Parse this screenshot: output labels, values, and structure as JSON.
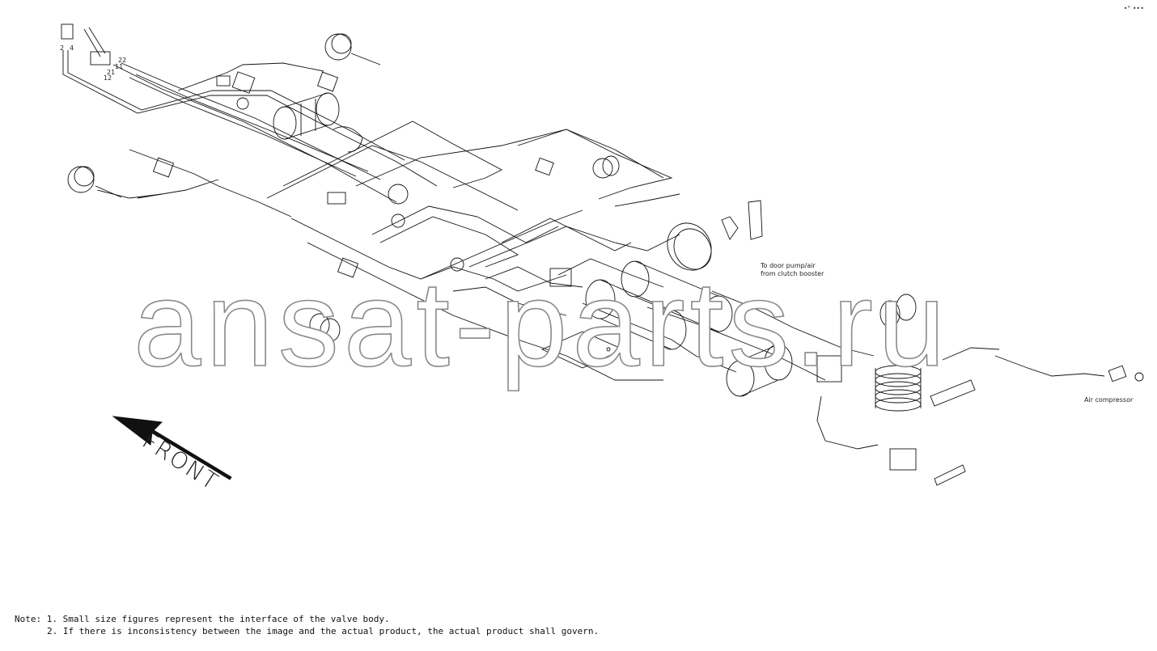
{
  "watermark": "ansat-parts.ru",
  "corner_mark": "•° •••",
  "front_label": "FRONT",
  "callouts": {
    "door_pump": [
      "To door pump/air",
      "from clutch booster"
    ],
    "air_compressor": "Air compressor"
  },
  "line_numbers": [
    "2",
    "4",
    "22",
    "11",
    "21",
    "12"
  ],
  "notes": {
    "line1": "Note: 1. Small size figures represent the interface of the valve body.",
    "line2": "2. If there is inconsistency between the image and the actual product, the actual product shall govern."
  }
}
